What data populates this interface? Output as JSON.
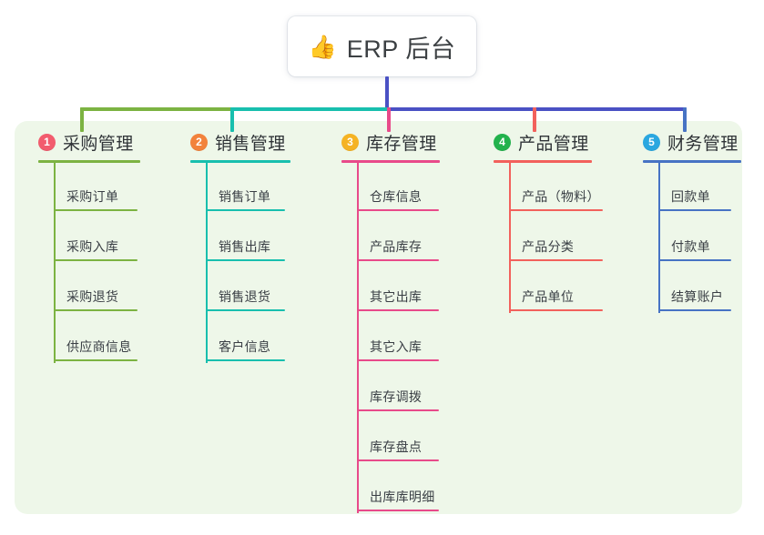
{
  "root": {
    "icon": "thumbs-up-emoji",
    "icon_glyph": "👍",
    "label": "ERP 后台"
  },
  "palette": {
    "panel_bg": "#eef7e9",
    "root_stem": "#4a51c4",
    "bus_left_green": "#7cb342",
    "bus_teal": "#18bfae",
    "bus_blue": "#4a51c4",
    "drop_pink": "#e84a8a",
    "drop_red": "#f2615c",
    "drop_blue": "#4773c4"
  },
  "branches": [
    {
      "index": "1",
      "title": "采购管理",
      "badge_color": "#f25c6e",
      "line_color": "#7cb342",
      "items": [
        {
          "label": "采购订单"
        },
        {
          "label": "采购入库"
        },
        {
          "label": "采购退货"
        },
        {
          "label": "供应商信息"
        }
      ]
    },
    {
      "index": "2",
      "title": "销售管理",
      "badge_color": "#f2823c",
      "line_color": "#18bfae",
      "items": [
        {
          "label": "销售订单"
        },
        {
          "label": "销售出库"
        },
        {
          "label": "销售退货"
        },
        {
          "label": "客户信息"
        }
      ]
    },
    {
      "index": "3",
      "title": "库存管理",
      "badge_color": "#f5b324",
      "line_color": "#e84a8a",
      "items": [
        {
          "label": "仓库信息"
        },
        {
          "label": "产品库存"
        },
        {
          "label": "其它出库"
        },
        {
          "label": "其它入库"
        },
        {
          "label": "库存调拨"
        },
        {
          "label": "库存盘点"
        },
        {
          "label": "出库库明细"
        }
      ]
    },
    {
      "index": "4",
      "title": "产品管理",
      "badge_color": "#22b24c",
      "line_color": "#f2615c",
      "items": [
        {
          "label": "产品（物料）"
        },
        {
          "label": "产品分类"
        },
        {
          "label": "产品单位"
        }
      ]
    },
    {
      "index": "5",
      "title": "财务管理",
      "badge_color": "#2aa7e0",
      "line_color": "#4773c4",
      "items": [
        {
          "label": "回款单"
        },
        {
          "label": "付款单"
        },
        {
          "label": "结算账户"
        }
      ]
    }
  ]
}
